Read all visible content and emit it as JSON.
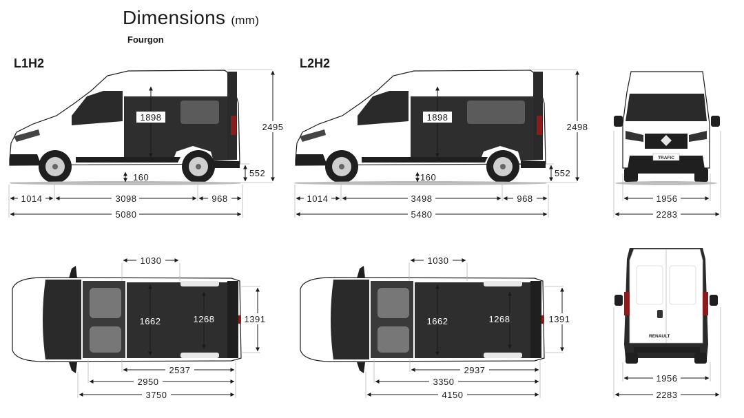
{
  "title": {
    "main": "Dimensions",
    "unit": "(mm)",
    "subtitle": "Fourgon"
  },
  "variants": [
    {
      "name": "L1H2",
      "side": {
        "load_height": "1898",
        "overall_height": "2495",
        "floor_clearance": "160",
        "sill_height": "552",
        "front_overhang": "1014",
        "wheelbase": "3098",
        "rear_overhang": "968",
        "overall_length": "5080"
      },
      "top": {
        "door_width": "1030",
        "load_width": "1662",
        "width_between_arches": "1268",
        "rear_width": "1391",
        "floor_length": "2537",
        "load_length_floor": "2950",
        "load_length_top": "3750"
      }
    },
    {
      "name": "L2H2",
      "side": {
        "load_height": "1898",
        "overall_height": "2498",
        "floor_clearance": "160",
        "sill_height": "552",
        "front_overhang": "1014",
        "wheelbase": "3498",
        "rear_overhang": "968",
        "overall_length": "5480"
      },
      "top": {
        "door_width": "1030",
        "load_width": "1662",
        "width_between_arches": "1268",
        "rear_width": "1391",
        "floor_length": "2937",
        "load_length_floor": "3350",
        "load_length_top": "4150"
      }
    }
  ],
  "front_view": {
    "width_body": "1956",
    "width_mirrors": "2283",
    "badge": "TRAFIC"
  },
  "rear_view": {
    "width_body": "1956",
    "width_mirrors": "2283",
    "badge": "RENAULT"
  },
  "colors": {
    "body": "#ffffff",
    "outline": "#1a1a1a",
    "cargo": "#2e2e2e",
    "glass": "#2a2a2a",
    "tyre": "#1f1f1f",
    "light_red": "#8a1c1c"
  }
}
